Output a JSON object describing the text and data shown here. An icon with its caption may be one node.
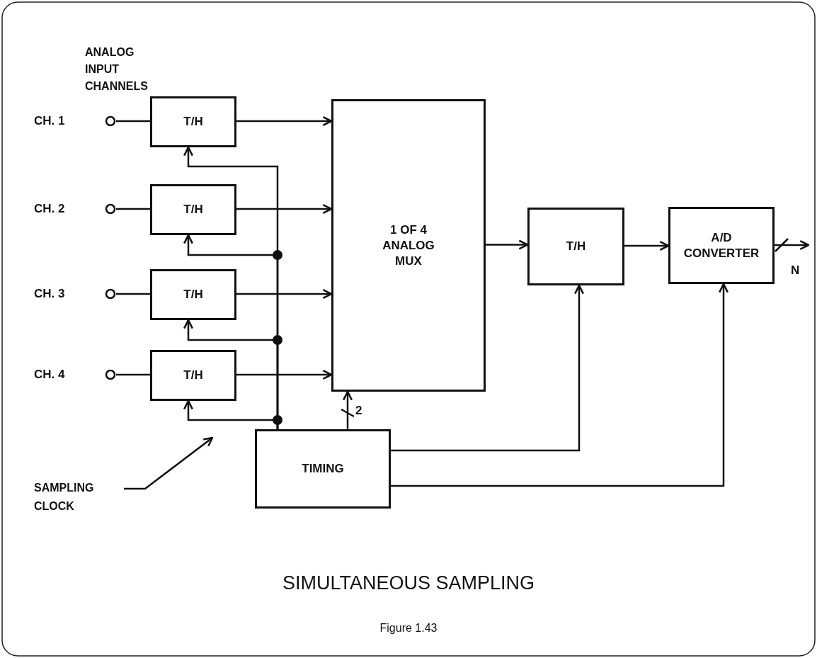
{
  "diagram": {
    "title": "SIMULTANEOUS SAMPLING",
    "caption": "Figure 1.43",
    "nodes": [
      {
        "text": [
          "CH. 1"
        ]
      },
      {
        "text": [
          "T/H"
        ]
      },
      {
        "text": [
          "CH. 2"
        ]
      },
      {
        "text": [
          "T/H"
        ]
      },
      {
        "text": [
          "CH. 3"
        ]
      },
      {
        "text": [
          "T/H"
        ]
      },
      {
        "text": [
          "CH. 4"
        ]
      },
      {
        "text": [
          "T/H"
        ]
      },
      {
        "text": [
          "1 OF 4 ANALOG MUX"
        ]
      },
      {
        "text": [
          "T/H"
        ]
      },
      {
        "text": [
          "A/D CONVERTER"
        ]
      },
      {
        "text": [
          "TIMING"
        ]
      },
      {
        "text": [
          "SAMPLING CLOCK"
        ]
      }
    ],
    "edges": [
      {
        "from": 0,
        "to": 1,
        "arrow": "none"
      },
      {
        "from": 2,
        "to": 3,
        "arrow": "none"
      },
      {
        "from": 4,
        "to": 5,
        "arrow": "none"
      },
      {
        "from": 6,
        "to": 7,
        "arrow": "none"
      },
      {
        "from": 1,
        "to": 8,
        "arrow": "to"
      },
      {
        "from": 3,
        "to": 8,
        "arrow": "to"
      },
      {
        "from": 5,
        "to": 8,
        "arrow": "to"
      },
      {
        "from": 7,
        "to": 8,
        "arrow": "to"
      },
      {
        "from": 8,
        "to": 9,
        "arrow": "to"
      },
      {
        "from": 9,
        "to": 10,
        "arrow": "to"
      },
      {
        "from": 10,
        "to": null,
        "arrow": "to",
        "label": "N"
      },
      {
        "from": 11,
        "to": 8,
        "arrow": "to",
        "label": "2"
      },
      {
        "from": 11,
        "to": 1,
        "arrow": "to"
      },
      {
        "from": 11,
        "to": 3,
        "arrow": "to"
      },
      {
        "from": 11,
        "to": 5,
        "arrow": "to"
      },
      {
        "from": 11,
        "to": 7,
        "arrow": "to"
      },
      {
        "from": 11,
        "to": 9,
        "arrow": "to"
      },
      {
        "from": 11,
        "to": 10,
        "arrow": "to"
      },
      {
        "from": 12,
        "to": null,
        "arrow": "to"
      }
    ],
    "labels": [
      "ANALOG INPUT CHANNELS"
    ]
  }
}
